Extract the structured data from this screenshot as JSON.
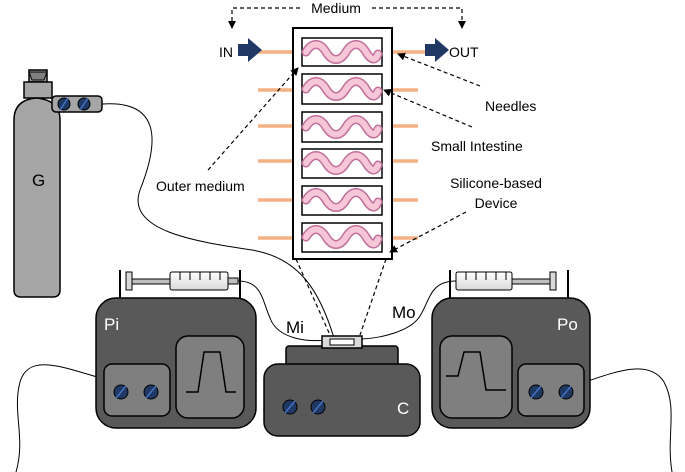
{
  "labels": {
    "medium": "Medium",
    "in": "IN",
    "out": "OUT",
    "needles": "Needles",
    "small_intestine": "Small Intestine",
    "outer_medium": "Outer medium",
    "device_line1": "Silicone-based",
    "device_line2": "Device",
    "gas": "G",
    "pump_in": "Pi",
    "pump_out": "Po",
    "medium_in": "Mi",
    "medium_out": "Mo",
    "controller": "C"
  },
  "colors": {
    "device_gray": "#7f7f7f",
    "panel_gray": "#595959",
    "cylinder_gray": "#a6a6a6",
    "needle": "#f4b183",
    "intestine_fill": "#f7c6d9",
    "intestine_stroke": "#c0709a",
    "arrow_navy": "#1f3864",
    "knob_blue": "#4472c4"
  },
  "chambers": 6
}
